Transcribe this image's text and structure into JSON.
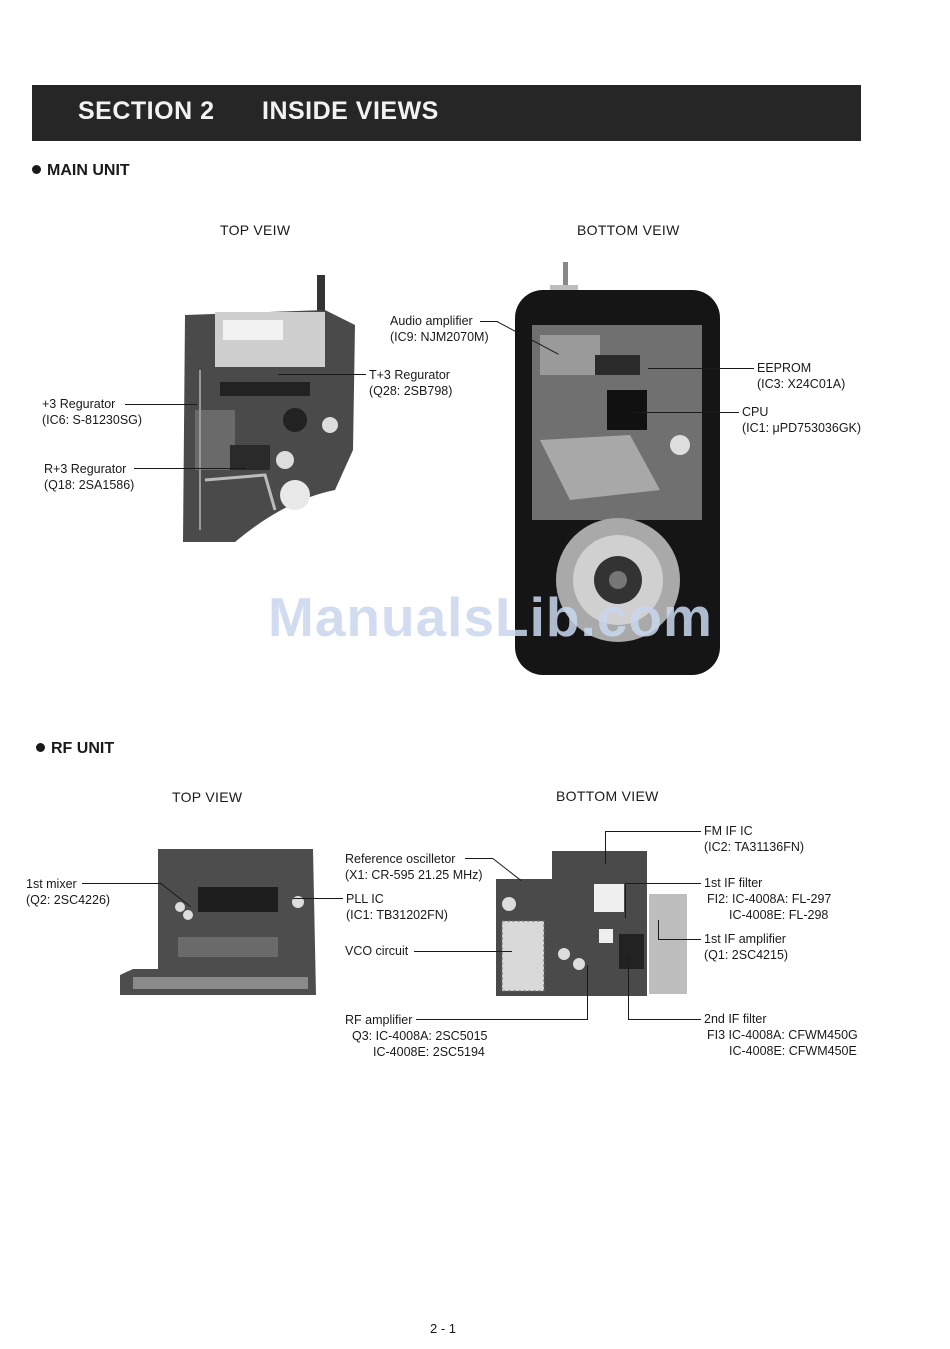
{
  "header": {
    "section_number": "SECTION 2",
    "section_title": "INSIDE VIEWS"
  },
  "main_unit": {
    "heading": "MAIN UNIT",
    "top_view_label": "TOP VEIW",
    "bottom_view_label": "BOTTOM VEIW",
    "callouts": {
      "plus3_reg": {
        "name": "+3 Regurator",
        "part": "(IC6: S-81230SG)"
      },
      "r3_reg": {
        "name": "R+3 Regurator",
        "part": "(Q18: 2SA1586)"
      },
      "t3_reg": {
        "name": "T+3 Regurator",
        "part": "(Q28: 2SB798)"
      },
      "audio_amp": {
        "name": "Audio amplifier",
        "part": "(IC9: NJM2070M)"
      },
      "eeprom": {
        "name": "EEPROM",
        "part": "(IC3: X24C01A)"
      },
      "cpu": {
        "name": "CPU",
        "part": "(IC1: μPD753036GK)"
      }
    }
  },
  "rf_unit": {
    "heading": "RF UNIT",
    "top_view_label": "TOP VIEW",
    "bottom_view_label": "BOTTOM VIEW",
    "callouts": {
      "mixer": {
        "name": "1st mixer",
        "part": "(Q2: 2SC4226)"
      },
      "pll": {
        "name": "PLL IC",
        "part": "(IC1: TB31202FN)"
      },
      "ref_osc": {
        "name": "Reference oscilletor",
        "part": "(X1: CR-595 21.25 MHz)"
      },
      "vco": {
        "name": "VCO circuit"
      },
      "rf_amp": {
        "name": "RF amplifier",
        "line1": "Q3: IC-4008A: 2SC5015",
        "line2": "IC-4008E: 2SC5194"
      },
      "fm_if": {
        "name": "FM IF IC",
        "part": "(IC2: TA31136FN)"
      },
      "if1_filter": {
        "name": "1st IF filter",
        "line1": "FI2: IC-4008A: FL-297",
        "line2": "IC-4008E: FL-298"
      },
      "if1_amp": {
        "name": "1st IF amplifier",
        "part": "(Q1: 2SC4215)"
      },
      "if2_filter": {
        "name": "2nd IF filter",
        "line1": "FI3 IC-4008A: CFWM450G",
        "line2": "IC-4008E: CFWM450E"
      }
    }
  },
  "watermark": "ManualsLib.com",
  "page_number": "2 - 1"
}
